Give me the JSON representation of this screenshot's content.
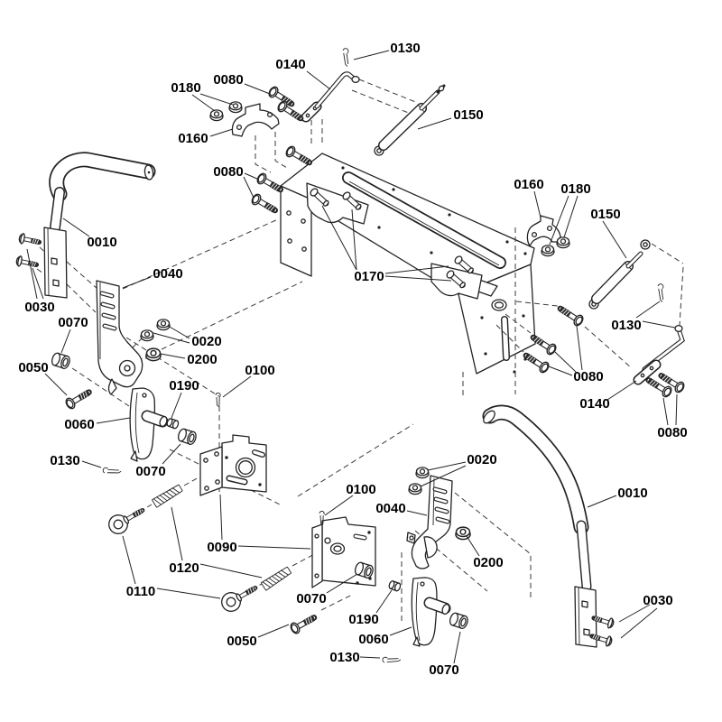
{
  "figure": {
    "type": "exploded-parts-diagram",
    "background": "#ffffff",
    "line_color": "#222222",
    "label_color": "#000000"
  },
  "callouts": [
    {
      "label": "0130"
    },
    {
      "label": "0140"
    },
    {
      "label": "0080"
    },
    {
      "label": "0180"
    },
    {
      "label": "0160"
    },
    {
      "label": "0150"
    },
    {
      "label": "0080"
    },
    {
      "label": "0010"
    },
    {
      "label": "0030"
    },
    {
      "label": "0040"
    },
    {
      "label": "0070"
    },
    {
      "label": "0020"
    },
    {
      "label": "0200"
    },
    {
      "label": "0100"
    },
    {
      "label": "0050"
    },
    {
      "label": "0190"
    },
    {
      "label": "0060"
    },
    {
      "label": "0130"
    },
    {
      "label": "0070"
    },
    {
      "label": "0170"
    },
    {
      "label": "0160"
    },
    {
      "label": "0180"
    },
    {
      "label": "0150"
    },
    {
      "label": "0130"
    },
    {
      "label": "0080"
    },
    {
      "label": "0140"
    },
    {
      "label": "0080"
    },
    {
      "label": "0020"
    },
    {
      "label": "0100"
    },
    {
      "label": "0040"
    },
    {
      "label": "0090"
    },
    {
      "label": "0200"
    },
    {
      "label": "0120"
    },
    {
      "label": "0110"
    },
    {
      "label": "0070"
    },
    {
      "label": "0190"
    },
    {
      "label": "0050"
    },
    {
      "label": "0060"
    },
    {
      "label": "0130"
    },
    {
      "label": "0070"
    },
    {
      "label": "0030"
    },
    {
      "label": "0010"
    }
  ]
}
